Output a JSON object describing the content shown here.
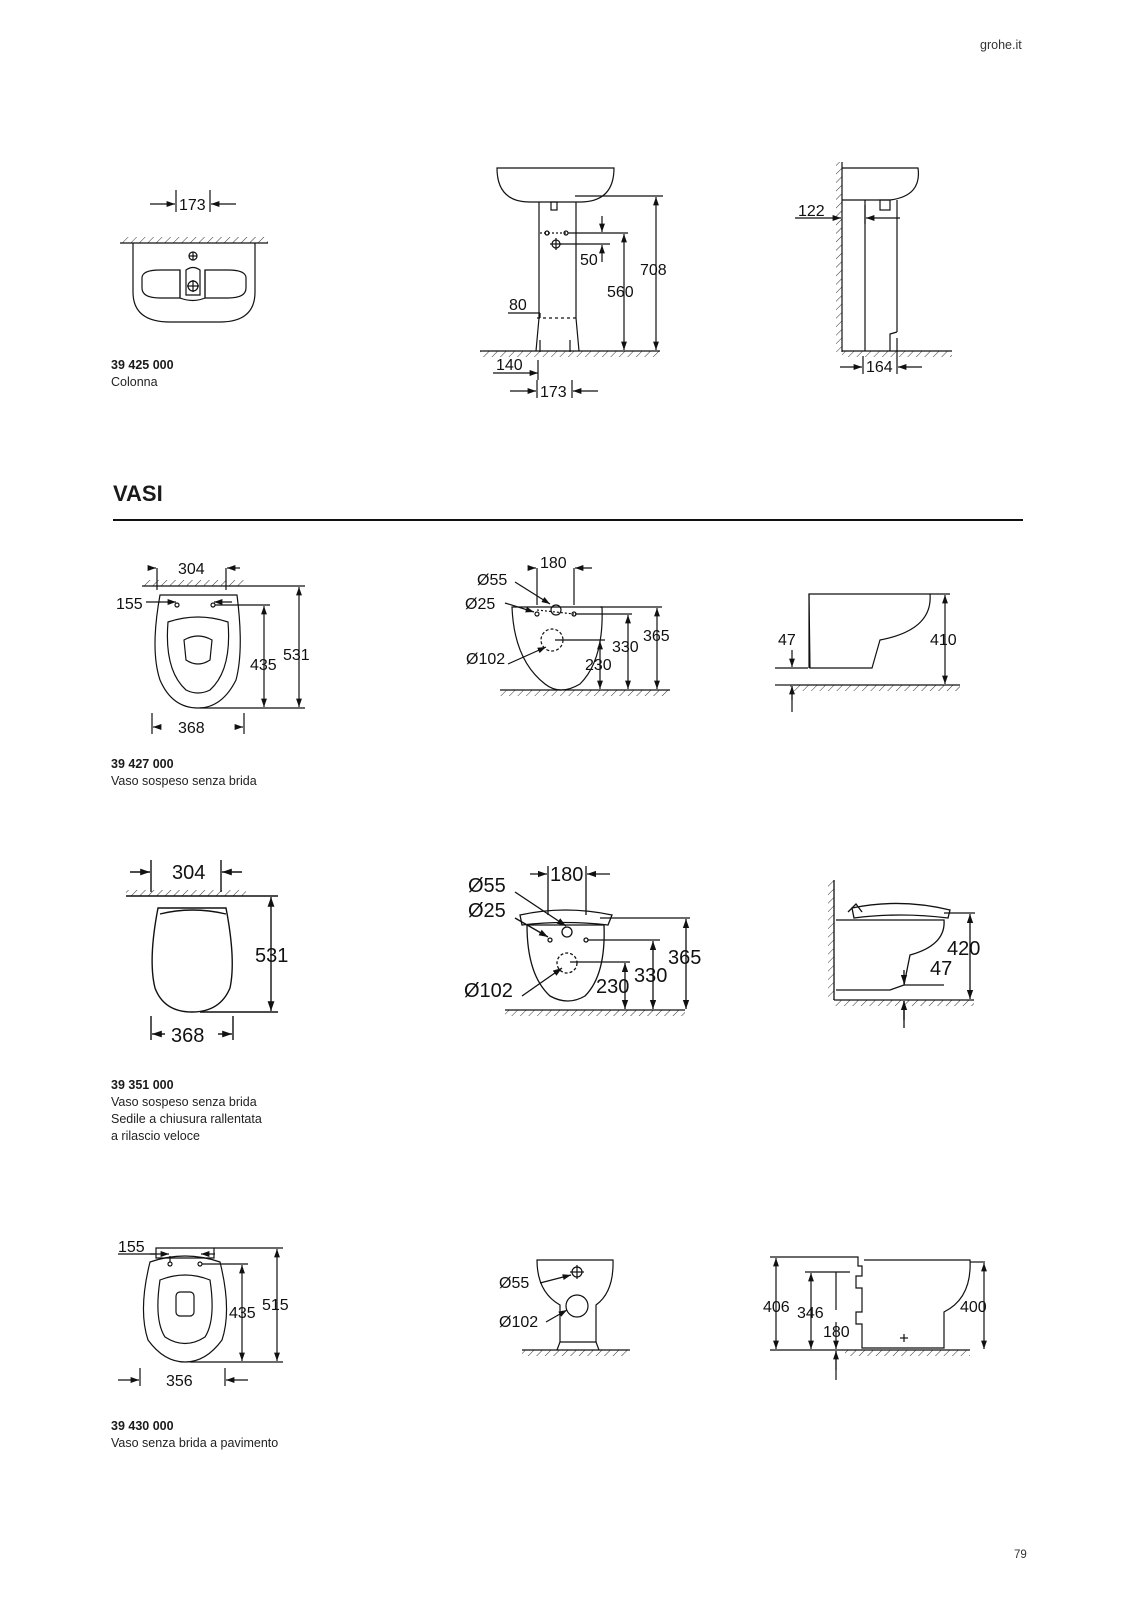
{
  "header": {
    "site": "grohe.it"
  },
  "footer": {
    "page_number": "79"
  },
  "section": {
    "title": "VASI"
  },
  "products": [
    {
      "code": "39 425 000",
      "lines": [
        "Colonna"
      ]
    },
    {
      "code": "39 427 000",
      "lines": [
        "Vaso sospeso senza brida"
      ]
    },
    {
      "code": "39 351 000",
      "lines": [
        "Vaso sospeso senza brida",
        "Sedile a chiusura rallentata",
        "a rilascio veloce"
      ]
    },
    {
      "code": "39 430 000",
      "lines": [
        "Vaso senza brida a pavimento"
      ]
    }
  ],
  "dimensions": {
    "colonna": {
      "top": {
        "width": "173"
      },
      "front": {
        "d50": "50",
        "d708": "708",
        "d560": "560",
        "d80": "80",
        "d140": "140",
        "d173": "173"
      },
      "side": {
        "d122": "122",
        "d164": "164"
      }
    },
    "vaso_427": {
      "top": {
        "d304": "304",
        "d155": "155",
        "d435": "435",
        "d531": "531",
        "d368": "368"
      },
      "front": {
        "d55": "Ø55",
        "d180": "180",
        "d25": "Ø25",
        "d330": "330",
        "d365": "365",
        "d102": "Ø102",
        "d230": "230"
      },
      "side": {
        "d47": "47",
        "d410": "410"
      }
    },
    "vaso_351": {
      "top": {
        "d304": "304",
        "d531": "531",
        "d368": "368"
      },
      "front": {
        "d55": "Ø55",
        "d180": "180",
        "d25": "Ø25",
        "d365": "365",
        "d102": "Ø102",
        "d230": "230",
        "d330": "330"
      },
      "side": {
        "d420": "420",
        "d47": "47"
      }
    },
    "vaso_430": {
      "top": {
        "d155": "155",
        "d435": "435",
        "d515": "515",
        "d356": "356"
      },
      "front": {
        "d55": "Ø55",
        "d102": "Ø102"
      },
      "side": {
        "d406": "406",
        "d346": "346",
        "d180": "180",
        "d400": "400"
      }
    }
  }
}
